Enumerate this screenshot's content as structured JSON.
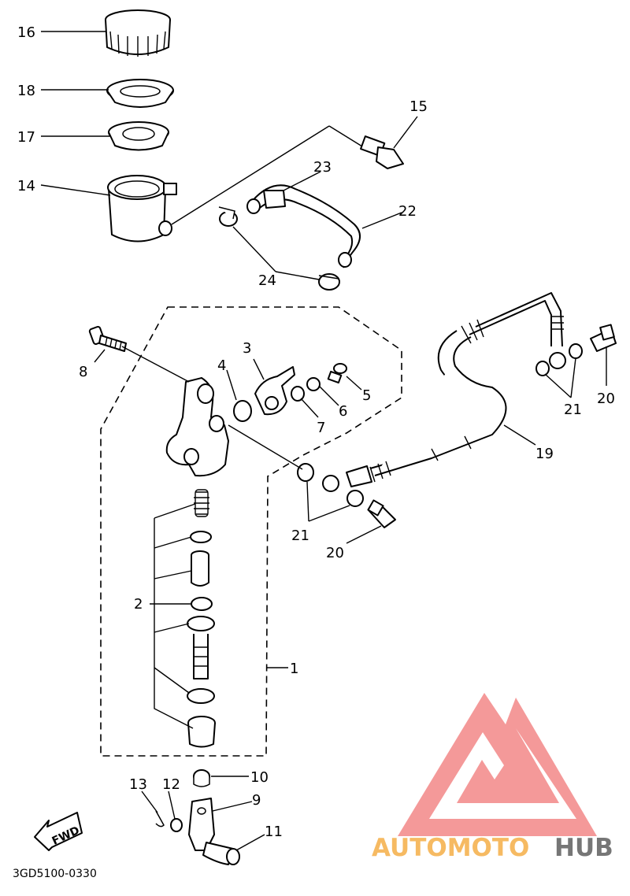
{
  "labels": {
    "l1": "1",
    "l2": "2",
    "l3": "3",
    "l4": "4",
    "l5": "5",
    "l6": "6",
    "l7": "7",
    "l8": "8",
    "l9": "9",
    "l10": "10",
    "l11": "11",
    "l12": "12",
    "l13": "13",
    "l14": "14",
    "l15": "15",
    "l16": "16",
    "l17": "17",
    "l18": "18",
    "l19": "19",
    "l20a": "20",
    "l20b": "20",
    "l21a": "21",
    "l21b": "21",
    "l22": "22",
    "l23": "23",
    "l24": "24"
  },
  "fwd_arrow": "FWD",
  "diagram_code": "3GD5100-0330",
  "watermark": {
    "part1": "AUTOMOTO",
    "part2": "HUB",
    "color_primary": "#f28080",
    "color_secondary": "#f4a93c",
    "color_tertiary": "#555555"
  }
}
